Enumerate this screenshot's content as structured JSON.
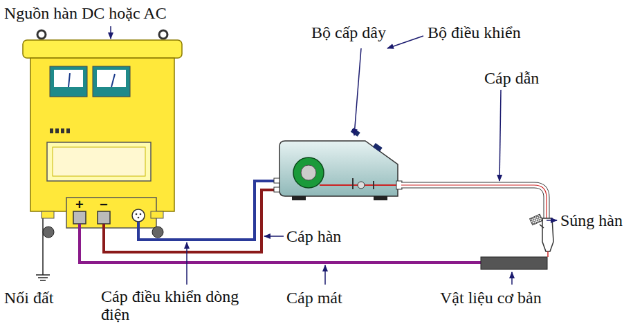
{
  "diagram": {
    "labels": [
      "Nguồn hàn DC hoặc AC",
      "Bộ cấp dây",
      "Bộ điều khiển",
      "Cáp dẫn",
      "Súng hàn",
      "Cáp hàn",
      "+",
      "−",
      "Nối đất",
      "Cáp điều khiển dòng điện",
      "Cáp mát",
      "Vật liệu cơ bản"
    ]
  }
}
